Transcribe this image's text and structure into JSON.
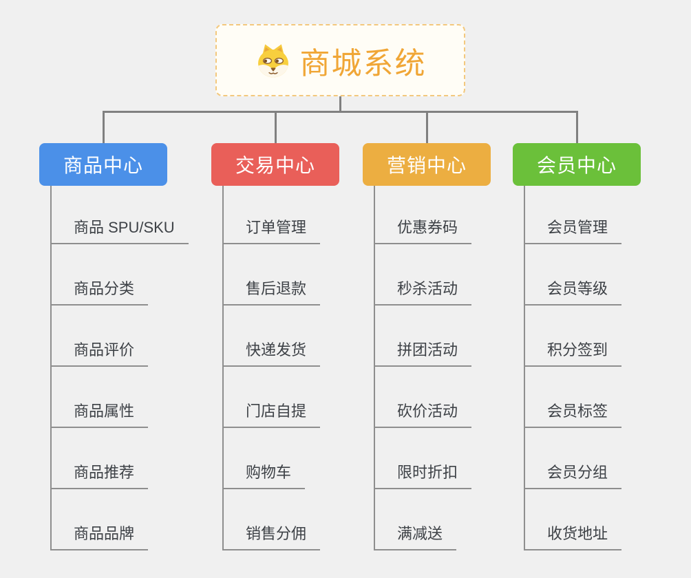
{
  "root": {
    "title": "商城系统",
    "icon": "dog-face-icon"
  },
  "branches": [
    {
      "label": "商品中心",
      "color": "#4b90e8",
      "items": [
        "商品 SPU/SKU",
        "商品分类",
        "商品评价",
        "商品属性",
        "商品推荐",
        "商品品牌"
      ]
    },
    {
      "label": "交易中心",
      "color": "#e95f59",
      "items": [
        "订单管理",
        "售后退款",
        "快递发货",
        "门店自提",
        "购物车",
        "销售分佣"
      ]
    },
    {
      "label": "营销中心",
      "color": "#ecae41",
      "items": [
        "优惠券码",
        "秒杀活动",
        "拼团活动",
        "砍价活动",
        "限时折扣",
        "满减送"
      ]
    },
    {
      "label": "会员中心",
      "color": "#6bc03a",
      "items": [
        "会员管理",
        "会员等级",
        "积分签到",
        "会员标签",
        "会员分组",
        "收货地址"
      ]
    }
  ],
  "colors": {
    "background": "#f0f0f0",
    "connector": "#808080",
    "underline": "#8e8e8e",
    "root_border": "#f3c87d",
    "root_text": "#f0a636",
    "root_background": "#fffdf6",
    "item_text": "#3d4146",
    "branch_text": "#ffffff"
  }
}
